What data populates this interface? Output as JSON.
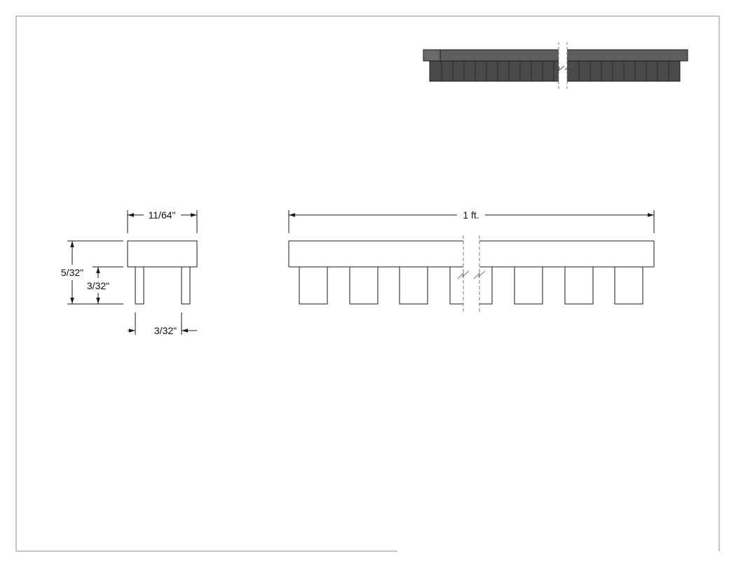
{
  "drawing": {
    "dimensions": {
      "top_width": "11/64\"",
      "overall_height": "5/32\"",
      "leg_height": "3/32\"",
      "leg_width": "3/32\"",
      "total_length": "1 ft."
    },
    "colors": {
      "line": "#1a1a1a",
      "border": "#8c8c8c",
      "render_top": "#5e5e5e",
      "render_legs": "#4a4a4a",
      "render_cap": "#6a6a6a"
    }
  }
}
